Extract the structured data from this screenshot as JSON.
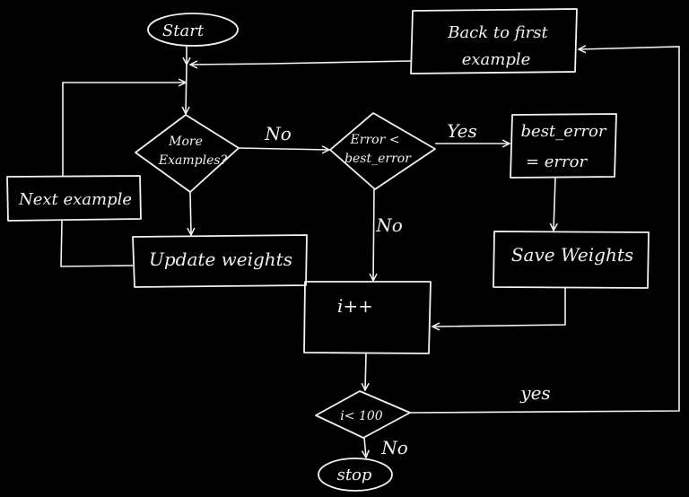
{
  "nodes": {
    "start": "Start",
    "back_line1": "Back to first",
    "back_line2": "example",
    "more_line1": "More",
    "more_line2": "Examples?",
    "error_line1": "Error <",
    "error_line2": "best_error",
    "best_line1": "best_error",
    "best_line2": "= error",
    "next_example": "Next example",
    "update_weights": "Update weights",
    "save_weights": "Save Weights",
    "increment": "i++",
    "condition": "i< 100",
    "stop": "stop"
  },
  "edge_labels": {
    "more_to_error": "No",
    "error_to_best": "Yes",
    "error_to_inc": "No",
    "cond_to_back": "yes",
    "cond_to_stop": "No"
  },
  "colors": {
    "background": "#000000",
    "ink": "#f2f2f2"
  }
}
